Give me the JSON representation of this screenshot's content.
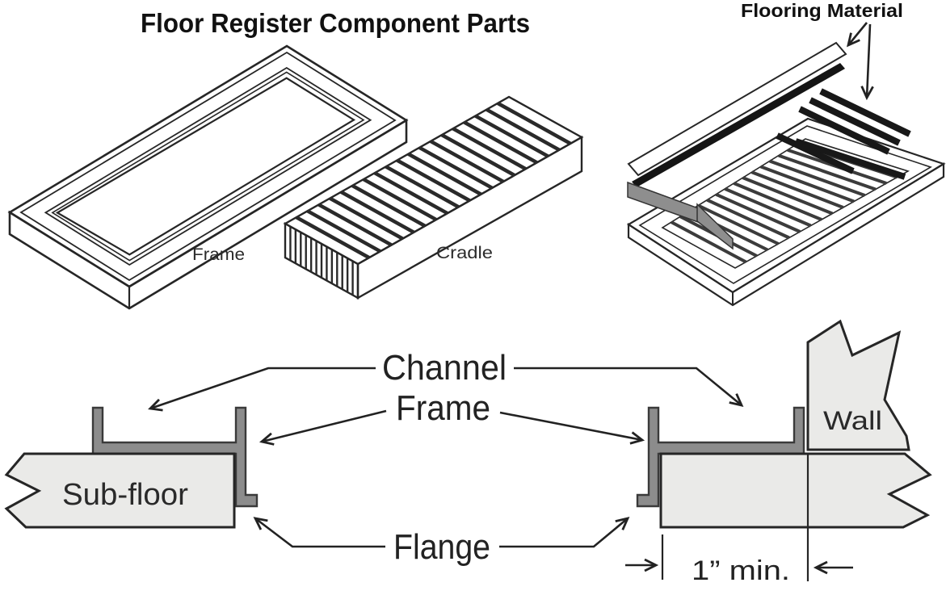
{
  "title": "Floor Register Component Parts",
  "component_labels": {
    "frame": "Frame",
    "cradle": "Cradle"
  },
  "assembly": {
    "flooring_material_label": "Flooring Material"
  },
  "cross_section_labels": {
    "channel": "Channel",
    "frame": "Frame",
    "sub_floor": "Sub-floor",
    "wall": "Wall",
    "flange": "Flange",
    "min_dimension": "1” min."
  },
  "colors": {
    "ink": "#1e1e1e",
    "metal_gray": "#8c8c8c",
    "panel_fill": "#eaeae8",
    "strip_fill": "#d4d4d2",
    "bar_black": "#161616",
    "background": "#ffffff"
  }
}
